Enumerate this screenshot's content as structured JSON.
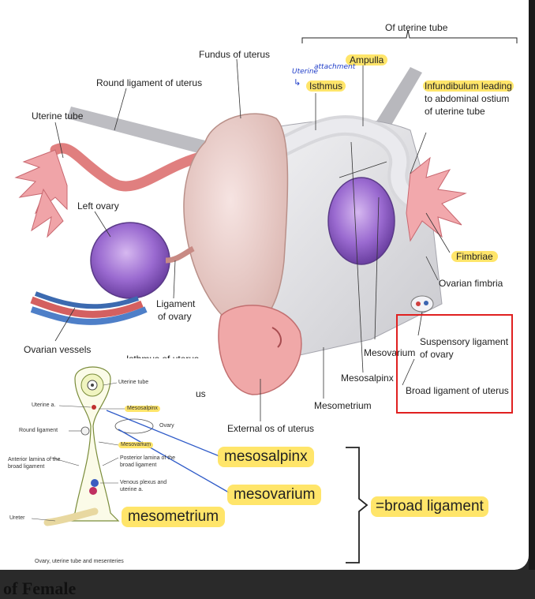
{
  "labels": {
    "of_uterine_tube": "Of uterine tube",
    "fundus": "Fundus of uterus",
    "ampulla": "Ampulla",
    "round_ligament": "Round ligament of uterus",
    "isthmus": "Isthmus",
    "infundibulum_1": "Infundibulum leading",
    "infundibulum_2": "to abdominal ostium",
    "infundibulum_3": "of uterine tube",
    "uterine_tube": "Uterine tube",
    "left_ovary": "Left ovary",
    "fimbriae": "Fimbriae",
    "ovarian_fimbria": "Ovarian fimbria",
    "ligament_ovary_1": "Ligament",
    "ligament_ovary_2": "of ovary",
    "ovarian_vessels": "Ovarian vessels",
    "isthmus_uterus": "Isthmus of uterus",
    "suspensory_1": "Suspensory ligament",
    "suspensory_2": "of ovary",
    "mesovarium": "Mesovarium",
    "mesosalpinx": "Mesosalpinx",
    "broad_ligament_uterus": "Broad ligament of uterus",
    "mesometrium": "Mesometrium",
    "external_os": "External os of uterus",
    "us_fragment": "us"
  },
  "handwritten": {
    "uterine": "Uterine",
    "attachment": "attachment",
    "arrow": "↳"
  },
  "inset": {
    "uterine_tube": "Uterine tube",
    "uterine_a": "Uterine a.",
    "mesosalpinx": "Mesosalpinx",
    "ovary": "Ovary",
    "round_ligament": "Round ligament",
    "mesovarium": "Mesovarium",
    "anterior_lamina_1": "Anterior lamina of the",
    "anterior_lamina_2": "broad ligament",
    "posterior_lamina_1": "Posterior lamina of the",
    "posterior_lamina_2": "broad ligament",
    "venous_1": "Venous plexus and",
    "venous_2": "uterine a.",
    "ureter": "Ureter",
    "caption": "Ovary, uterine tube and mesenteries"
  },
  "annotations": {
    "mesosalpinx": "mesosalpinx",
    "mesovarium": "mesovarium",
    "mesometrium": "mesometrium",
    "broad_ligament": "=broad ligament"
  },
  "footer": {
    "partial_title": "of Female"
  },
  "colors": {
    "highlight": "#ffe150",
    "red_box": "#e02020",
    "pen_blue": "#1e3cc8",
    "ovary_purple": "#9a6ad0",
    "uterus_pink": "#f0c8c0",
    "tube_pink": "#e88a8a",
    "ligament_gray": "#e8e8ea"
  }
}
